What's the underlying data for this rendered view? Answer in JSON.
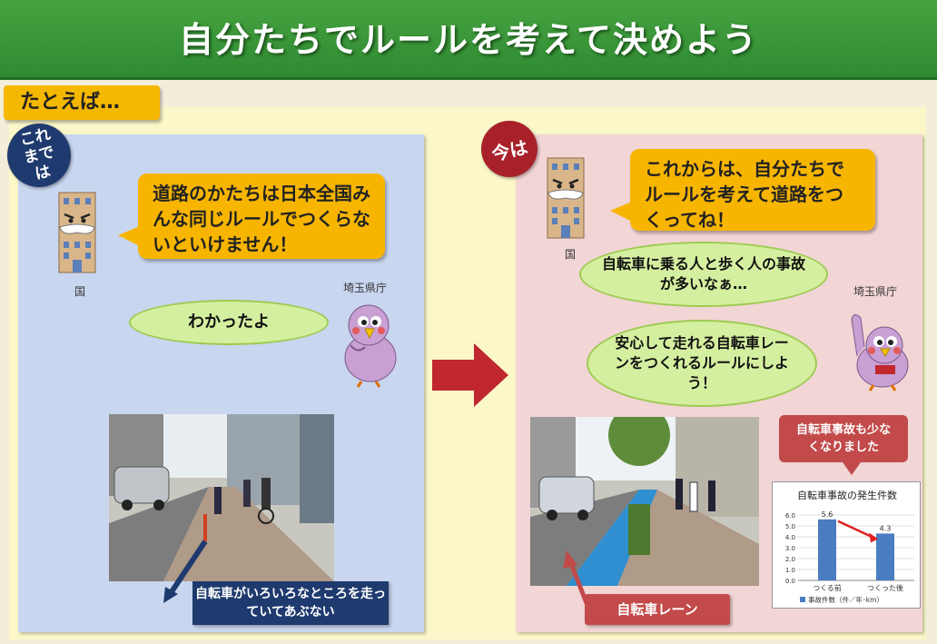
{
  "header": {
    "title": "自分たちでルールを考えて決めよう"
  },
  "example_label": "たとえば…",
  "before": {
    "badge": "これまでは",
    "speech": "道路のかたちは日本全国みんな同じルールでつくらないといけません！",
    "building_label": "国",
    "prefecture_label": "埼玉県庁",
    "reply": "わかったよ",
    "photo_caption": "自転車がいろいろなところを走っていてあぶない"
  },
  "now": {
    "badge": "今は",
    "speech": "これからは、自分たちでルールを考えて道路をつくってね！",
    "building_label": "国",
    "prefecture_label": "埼玉県庁",
    "bubble1": "自転車に乗る人と歩く人の事故が多いなぁ…",
    "bubble2": "安心して走れる自転車レーンをつくれるルールにしよう！",
    "photo_caption": "自転車レーン",
    "result_callout": "自転車事故も少なくなりました"
  },
  "chart_data": {
    "type": "bar",
    "title": "自転車事故の発生件数",
    "categories": [
      "つくる前",
      "つくった後"
    ],
    "series": [
      {
        "name": "事故件数（件／年･km）",
        "values": [
          5.6,
          4.3
        ]
      }
    ],
    "data_labels": [
      "5.6",
      "4.3"
    ],
    "ylim": [
      0,
      6.0
    ],
    "yticks": [
      "0.0",
      "1.0",
      "2.0",
      "3.0",
      "4.0",
      "5.0",
      "6.0"
    ],
    "legend": "bottom",
    "bar_color": "#4a7cc2"
  }
}
